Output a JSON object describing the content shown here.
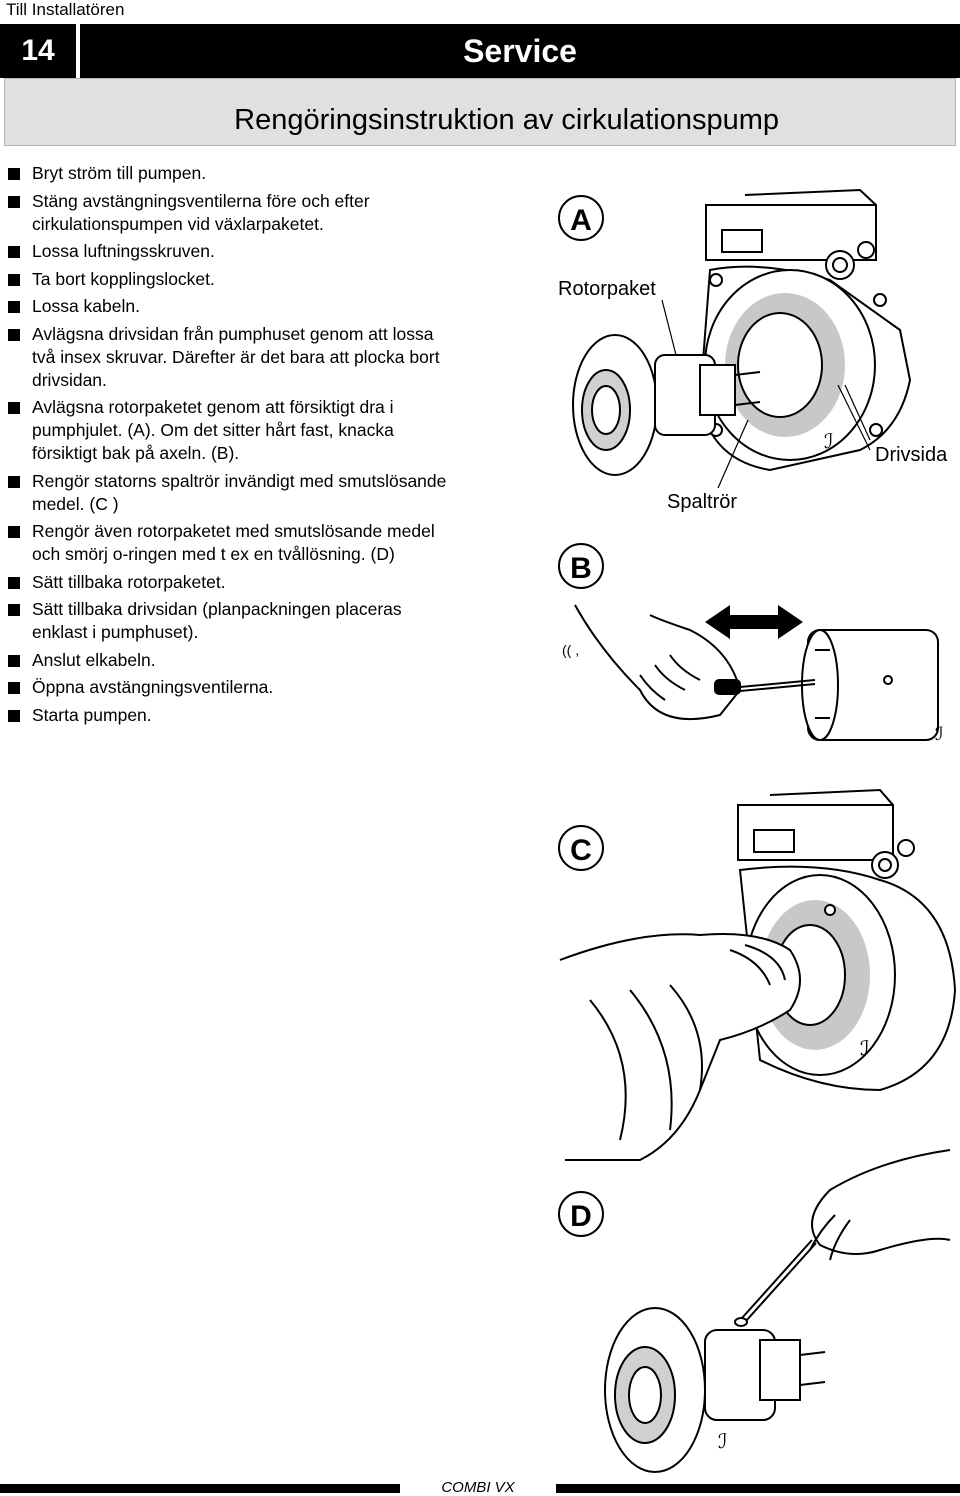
{
  "header": {
    "top_label": "Till Installatören",
    "page_number": "14",
    "section_title": "Service",
    "subtitle": "Rengöringsinstruktion av cirkulationspump"
  },
  "steps": [
    "Bryt ström till pumpen.",
    "Stäng avstängningsventilerna före och efter cirkulationspumpen vid växlarpaketet.",
    "Lossa luftningsskruven.",
    "Ta bort kopplingslocket.",
    "Lossa kabeln.",
    "Avlägsna drivsidan från pumphuset genom att lossa två insex skruvar. Därefter är det bara att plocka bort drivsidan.",
    "Avlägsna rotorpaketet  genom att försiktigt dra i pumphjulet. (A).  Om det sitter hårt fast, knacka försiktigt bak på axeln. (B).",
    "Rengör statorns spaltrör invändigt med smutslösande medel. (C )",
    "Rengör även rotorpaketet med smutslösande medel och smörj o-ringen med t ex en tvållösning. (D)",
    "Sätt tillbaka rotorpaketet.",
    "Sätt tillbaka drivsidan (planpackningen placeras enklast i pumphuset).",
    "Anslut elkabeln.",
    "Öppna avstängningsventilerna.",
    "Starta pumpen."
  ],
  "figure": {
    "label_a": "A",
    "label_b": "B",
    "label_c": "C",
    "label_d": "D",
    "rotorpaket": "Rotorpaket",
    "drivsida": "Drivsida",
    "spaltror": "Spaltrör"
  },
  "footer": {
    "text": "COMBI VX"
  }
}
